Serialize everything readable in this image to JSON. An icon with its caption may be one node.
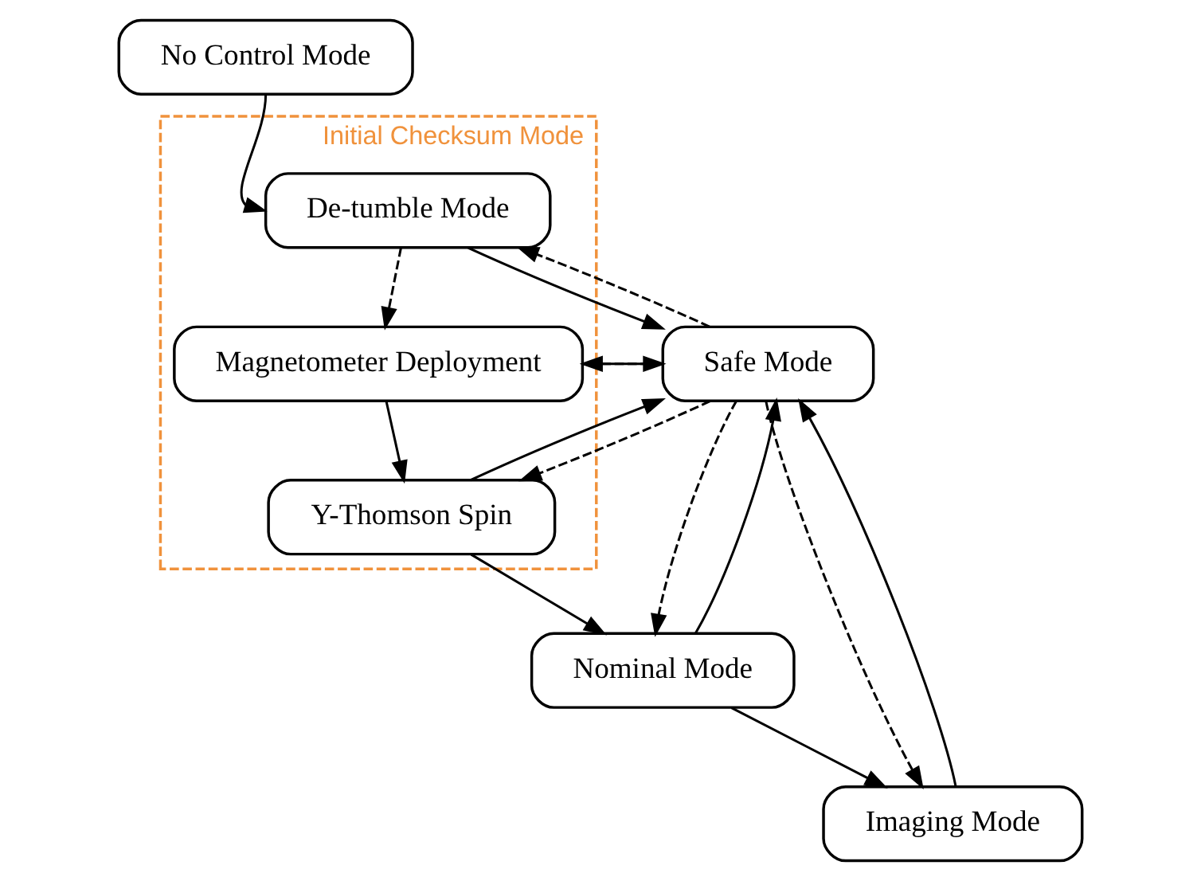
{
  "diagram": {
    "nodes": [
      {
        "text": [
          "Initial Checksum Mode"
        ]
      },
      {
        "text": [
          "No Control Mode"
        ]
      },
      {
        "text": [
          "De-tumble Mode"
        ],
        "in": 0
      },
      {
        "text": [
          "Magnetometer Deployment"
        ],
        "in": 0
      },
      {
        "text": [
          "Safe Mode"
        ]
      },
      {
        "text": [
          "Y-Thomson Spin"
        ],
        "in": 0
      },
      {
        "text": [
          "Imaging Mode"
        ]
      },
      {
        "text": [
          "Nominal Mode"
        ]
      }
    ],
    "edges": [
      {
        "from": 1,
        "to": 2,
        "arrow": "to"
      },
      {
        "from": 2,
        "to": 4,
        "arrow": "to"
      },
      {
        "from": 4,
        "to": 2,
        "arrow": "to",
        "style": "dashed"
      },
      {
        "from": 2,
        "to": 3,
        "arrow": "to",
        "style": "dashed"
      },
      {
        "from": 3,
        "to": 4,
        "arrow": "to"
      },
      {
        "from": 4,
        "to": 3,
        "arrow": "to",
        "style": "dashed"
      },
      {
        "from": 3,
        "to": 5,
        "arrow": "to"
      },
      {
        "from": 4,
        "to": 5,
        "arrow": "to",
        "style": "dashed"
      },
      {
        "from": 5,
        "to": 4,
        "arrow": "to"
      },
      {
        "from": 5,
        "to": 7,
        "arrow": "to"
      },
      {
        "from": 4,
        "to": 7,
        "arrow": "to",
        "style": "dashed"
      },
      {
        "from": 7,
        "to": 4,
        "arrow": "to"
      },
      {
        "from": 7,
        "to": 6,
        "arrow": "to"
      },
      {
        "from": 4,
        "to": 6,
        "arrow": "to",
        "style": "dashed"
      },
      {
        "from": 6,
        "to": 4,
        "arrow": "to"
      }
    ]
  }
}
